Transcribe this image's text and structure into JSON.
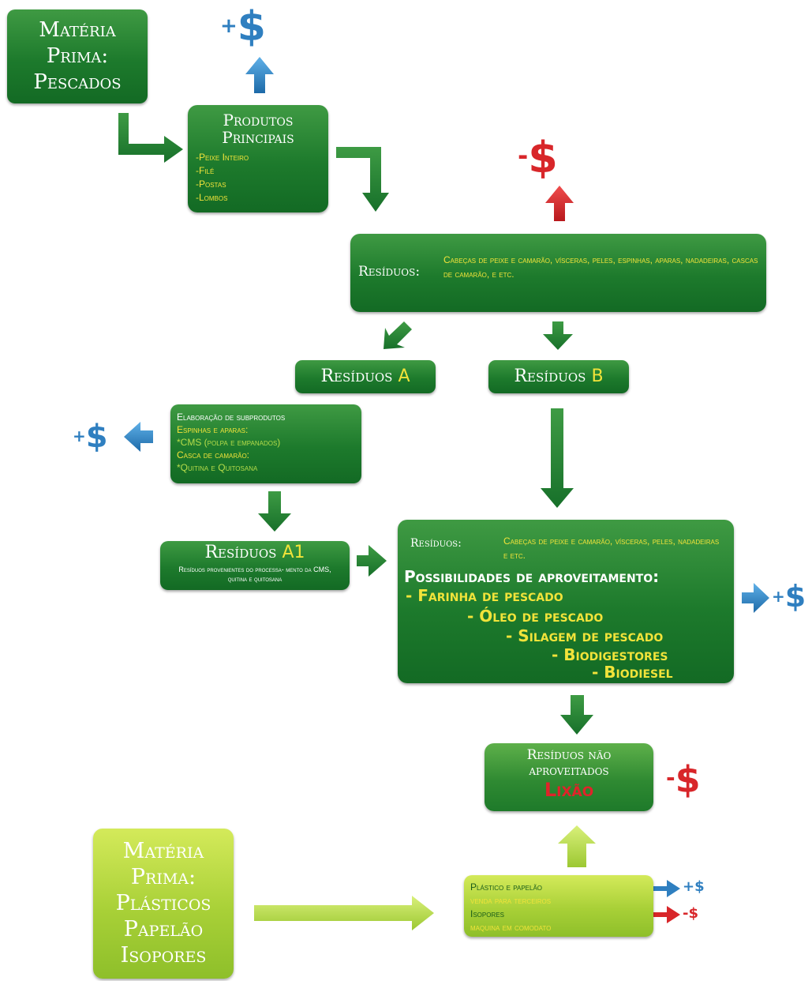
{
  "materia_pescados": {
    "line1": "Matéria",
    "line2": "Prima:",
    "line3": "Pescados"
  },
  "produtos": {
    "title1": "Produtos",
    "title2": "Principais",
    "items": [
      "-Peixe Inteiro",
      "-Filé",
      "-Postas",
      "-Lombos"
    ]
  },
  "residuos_main": {
    "label": "Resíduos:",
    "text": "Cabeças de peixe e camarão, vísceras, peles, espinhas, aparas, nadadeiras, cascas de camarão, e etc."
  },
  "residuos_a": {
    "word": "Resíduos",
    "letter": "A"
  },
  "residuos_b": {
    "word": "Resíduos",
    "letter": "B"
  },
  "subprodutos": {
    "title": "Elaboração de subprodutos",
    "l1": "Espinhas e aparas:",
    "l2": "*CMS (polpa e empanados)",
    "l3": "Casca de camarão:",
    "l4": "*Quitina e Quitosana"
  },
  "residuos_a1": {
    "word": "Resíduos",
    "letter": "A1",
    "desc": "Resíduos provenientes do processa- mento da CMS, quitina e quitosana"
  },
  "aproveitamento": {
    "label": "Resíduos:",
    "text": "Cabeças de peixe e camarão, vísceras, peles, nadadeiras e etc.",
    "title": "Possibilidades de aproveitamento:",
    "items": [
      "- Farinha de pescado",
      "- Óleo de pescado",
      "- Silagem de pescado",
      "- Biodigestores",
      "- Biodiesel"
    ]
  },
  "nao_aproveitados": {
    "l1": "Resíduos não",
    "l2": "aproveitados",
    "l3": "Lixão"
  },
  "materia_plasticos": {
    "l1": "Matéria",
    "l2": "Prima:",
    "l3": "Plásticos",
    "l4": "Papelão",
    "l5": "Isopores"
  },
  "destino": {
    "l1": "Plástico e papelão",
    "l2": "venda para terceiros",
    "l3": "Isopores",
    "l4": "maquina em comodato"
  },
  "money": {
    "plus": "+$",
    "minus": "-$"
  },
  "colors": {
    "green": "#1d7a2c",
    "light_green": "#a8d037",
    "blue": "#2f7fc0",
    "red": "#d8262a",
    "yellow": "#f1e33a"
  }
}
